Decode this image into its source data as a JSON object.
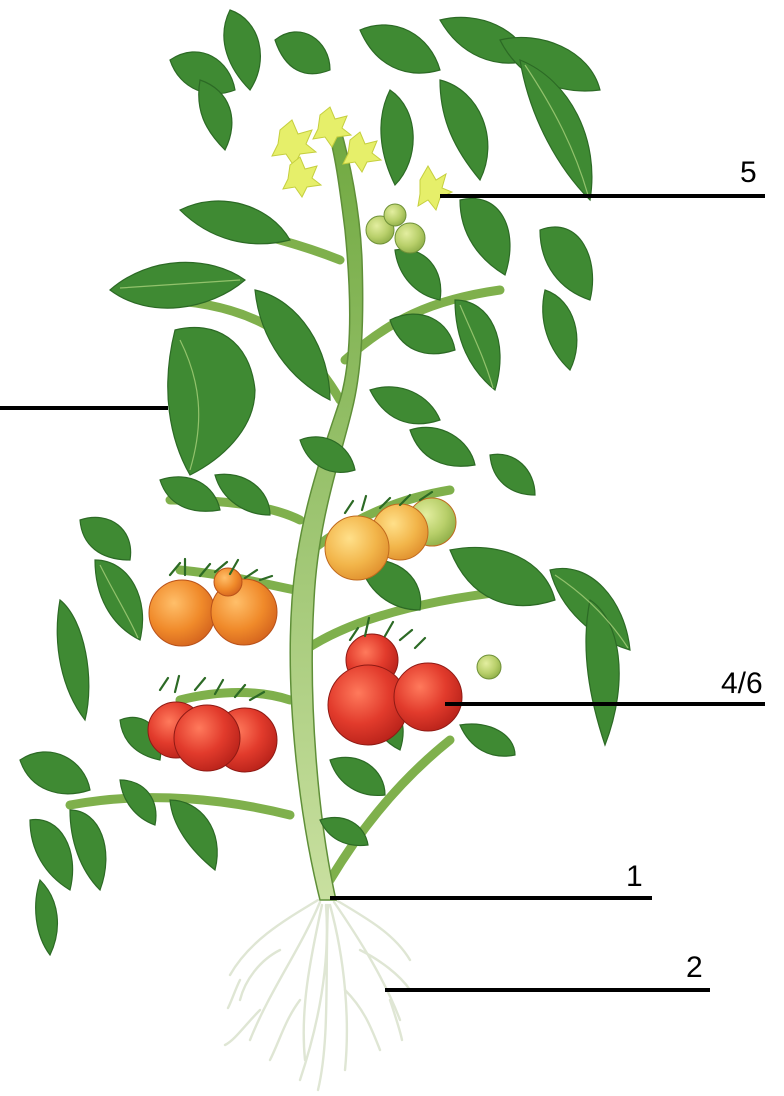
{
  "labels": {
    "flower": "5",
    "fruit": "4/6",
    "stem": "1",
    "root": "2",
    "leaf": ""
  },
  "colors": {
    "leaf": "#3f8a33",
    "leaf_dark": "#2c6a25",
    "stem": "#8fbf5a",
    "stem_light": "#c9e0a0",
    "flower": "#e6ef6a",
    "fruit_red": "#e23b2c",
    "fruit_orange": "#f08a2a",
    "fruit_yellow": "#f2b54a",
    "fruit_green": "#a8c860",
    "root": "#e9eee0",
    "pointer": "#000000"
  }
}
